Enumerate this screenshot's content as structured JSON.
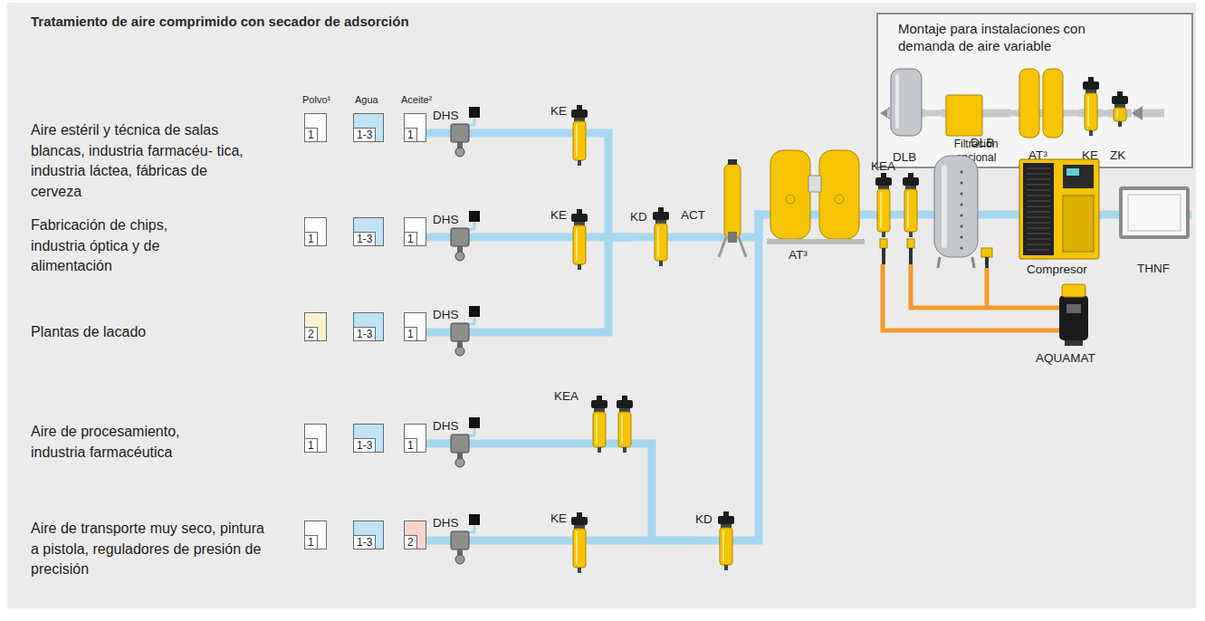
{
  "diagram": {
    "title": "Tratamiento de aire comprimido con secador de adsorción",
    "nodes": [
      {
        "text": [
          "Montaje para instalaciones con demanda de aire variable"
        ]
      },
      {
        "text": [
          "DLB"
        ],
        "in": 0
      },
      {
        "text": [
          "Filtración opcional"
        ],
        "in": 0
      },
      {
        "text": [
          "AT³"
        ],
        "in": 0
      },
      {
        "text": [
          "KE"
        ],
        "in": 0
      },
      {
        "text": [
          "ZK"
        ],
        "in": 0
      },
      {
        "text": [
          "1"
        ]
      },
      {
        "text": [
          "1-3"
        ]
      },
      {
        "text": [
          "1"
        ]
      },
      {
        "text": [
          "DHS"
        ]
      },
      {
        "text": [
          "KE"
        ]
      },
      {
        "text": [
          "1"
        ]
      },
      {
        "text": [
          "1-3"
        ]
      },
      {
        "text": [
          "1"
        ]
      },
      {
        "text": [
          "DHS"
        ]
      },
      {
        "text": [
          "KE"
        ]
      },
      {
        "text": [
          "KD"
        ]
      },
      {
        "text": [
          "ACT"
        ]
      },
      {
        "text": [
          "2"
        ]
      },
      {
        "text": [
          "1-3"
        ]
      },
      {
        "text": [
          "1"
        ]
      },
      {
        "text": [
          "DHS"
        ]
      },
      {
        "text": [
          "1"
        ]
      },
      {
        "text": [
          "1-3"
        ]
      },
      {
        "text": [
          "1"
        ]
      },
      {
        "text": [
          "DHS"
        ]
      },
      {
        "text": [
          "KEA"
        ]
      },
      {
        "text": [
          "1"
        ]
      },
      {
        "text": [
          "1-3"
        ]
      },
      {
        "text": [
          "2"
        ]
      },
      {
        "text": [
          "DHS"
        ]
      },
      {
        "text": [
          "KE"
        ]
      },
      {
        "text": [
          "KD"
        ]
      },
      {
        "text": [
          "AT³"
        ]
      },
      {
        "text": [
          "KEA"
        ]
      },
      {
        "text": [
          "DLB"
        ]
      },
      {
        "text": [
          "Compresor"
        ]
      },
      {
        "text": [
          "THNF"
        ]
      },
      {
        "text": [
          "AQUAMAT"
        ]
      }
    ],
    "edges": [
      {
        "from": 5,
        "to": 4,
        "arrow": "none"
      },
      {
        "from": 4,
        "to": 3,
        "arrow": "none"
      },
      {
        "from": 3,
        "to": 2,
        "arrow": "none"
      },
      {
        "from": 2,
        "to": 1,
        "arrow": "none"
      },
      {
        "from": 37,
        "to": 36,
        "arrow": "none"
      },
      {
        "from": 36,
        "to": 35,
        "arrow": "none"
      },
      {
        "from": 35,
        "to": 34,
        "arrow": "none"
      },
      {
        "from": 34,
        "to": 33,
        "arrow": "none"
      },
      {
        "from": 33,
        "to": 17,
        "arrow": "none"
      },
      {
        "from": 33,
        "to": 32,
        "arrow": "none"
      },
      {
        "from": 17,
        "to": 16,
        "arrow": "none"
      },
      {
        "from": 16,
        "to": 10,
        "arrow": "none"
      },
      {
        "from": 16,
        "to": 15,
        "arrow": "none"
      },
      {
        "from": 16,
        "to": 21,
        "arrow": "none"
      },
      {
        "from": 10,
        "to": 9,
        "arrow": "none"
      },
      {
        "from": 15,
        "to": 14,
        "arrow": "none"
      },
      {
        "from": 21,
        "to": 20,
        "arrow": "none"
      },
      {
        "from": 9,
        "to": 8,
        "arrow": "none"
      },
      {
        "from": 14,
        "to": 13,
        "arrow": "none"
      },
      {
        "from": 32,
        "to": 26,
        "arrow": "none"
      },
      {
        "from": 32,
        "to": 31,
        "arrow": "none"
      },
      {
        "from": 26,
        "to": 25,
        "arrow": "none"
      },
      {
        "from": 31,
        "to": 30,
        "arrow": "none"
      },
      {
        "from": 25,
        "to": 24,
        "arrow": "none"
      },
      {
        "from": 30,
        "to": 29,
        "arrow": "none"
      },
      {
        "from": 34,
        "to": 38,
        "arrow": "none"
      },
      {
        "from": 35,
        "to": 38,
        "arrow": "none"
      }
    ],
    "labels": [
      "Polvo¹",
      "Agua",
      "Aceite²",
      "Aire estéril y técnica de salas blancas, industria farmacéu- tica, industria láctea, fábricas de cerveza",
      "Fabricación de chips, industria óptica y de alimentación",
      "Plantas de lacado",
      "Aire de procesamiento, industria farmacéutica",
      "Aire de transporte muy seco, pintura a pistola, reguladores de presión de precisión"
    ]
  }
}
